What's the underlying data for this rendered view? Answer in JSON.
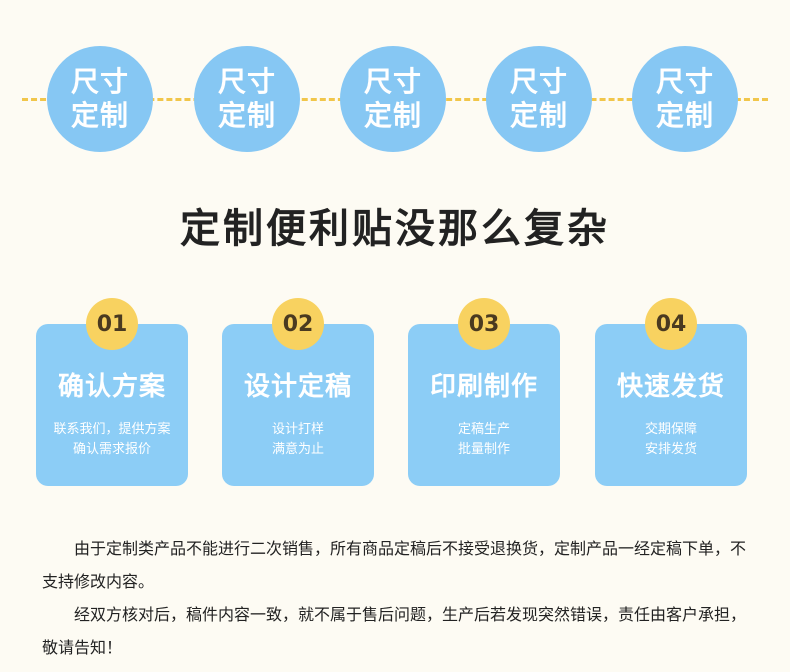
{
  "circles": [
    {
      "line1": "尺寸",
      "line2": "定制"
    },
    {
      "line1": "尺寸",
      "line2": "定制"
    },
    {
      "line1": "尺寸",
      "line2": "定制"
    },
    {
      "line1": "尺寸",
      "line2": "定制"
    },
    {
      "line1": "尺寸",
      "line2": "定制"
    }
  ],
  "heading": "定制便利贴没那么复杂",
  "steps": [
    {
      "number": "01",
      "title": "确认方案",
      "desc1": "联系我们，提供方案",
      "desc2": "确认需求报价"
    },
    {
      "number": "02",
      "title": "设计定稿",
      "desc1": "设计打样",
      "desc2": "满意为止"
    },
    {
      "number": "03",
      "title": "印刷制作",
      "desc1": "定稿生产",
      "desc2": "批量制作"
    },
    {
      "number": "04",
      "title": "快速发货",
      "desc1": "交期保障",
      "desc2": "安排发货"
    }
  ],
  "notice": {
    "para1": "由于定制类产品不能进行二次销售，所有商品定稿后不接受退换货，定制产品一经定稿下单，不支持修改内容。",
    "para2": "经双方核对后，稿件内容一致，就不属于售后问题，生产后若发现突然错误，责任由客户承担，敬请告知！"
  },
  "colors": {
    "background": "#fdfbf3",
    "circle": "#86c7f3",
    "card": "#8ccdf6",
    "badge": "#f8d260",
    "dash": "#f1c64a"
  }
}
